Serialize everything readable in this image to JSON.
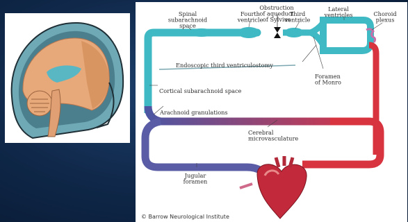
{
  "colors": {
    "background": "#0f2748",
    "csf_pathway": "#3fb9c3",
    "venous": "#5a5da6",
    "arterial": "#d8343f",
    "brain": "#e7a87a"
  },
  "diagram": {
    "labels": {
      "spinal": "Spinal\nsubarachnoid\nspace",
      "fourth": "Fourth\nventricle",
      "obstruction": "Obstruction\nof aqueduct\nof Sylvius",
      "third": "Third\nventricle",
      "lateral": "Lateral\nventricles",
      "choroid": "Choroid\nplexus",
      "etv": "Endoscopic third ventriculostomy",
      "foramen_monro": "Foramen\nof Monro",
      "cortical": "Cortical subarachnoid space",
      "arachnoid": "Arachnoid granulations",
      "cerebral": "Cerebral\nmicrovasculature",
      "jugular": "Jugular\nforamen"
    },
    "credit": "© Barrow Neurological Institute"
  },
  "icons": {
    "brain_section": "sagittal-brain-icon",
    "heart": "heart-icon",
    "obstruction": "obstruction-marker-icon"
  }
}
